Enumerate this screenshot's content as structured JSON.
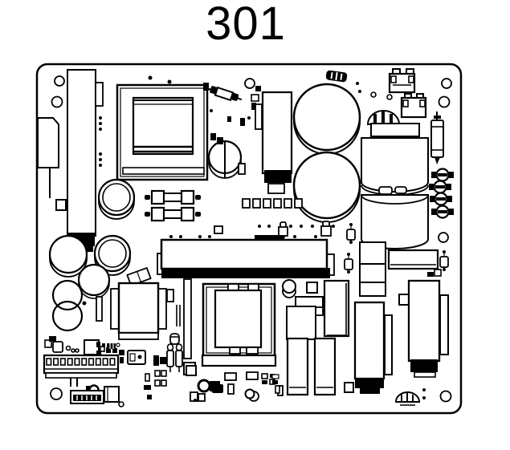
{
  "figure": {
    "label": "301"
  },
  "colors": {
    "ink": "#000000",
    "paper": "#ffffff"
  },
  "components": [
    "circuit-board-outline",
    "mounting-holes",
    "left-heatsink",
    "left-edge-fuse-holder",
    "main-transformer",
    "control-transformer",
    "bulk-capacitors",
    "left-capacitor-bank",
    "axial-fuse-pair",
    "diagonal-fuse",
    "inline-fuse",
    "screw-terminal-cluster",
    "output-cylinder-stack",
    "striped-dome-component",
    "top-right-connectors",
    "bridge-rectifier-bar",
    "relay-block",
    "output-heatsinks",
    "terminal-block",
    "header-connector",
    "smd-pad-row",
    "through-hole-dot-grid"
  ]
}
